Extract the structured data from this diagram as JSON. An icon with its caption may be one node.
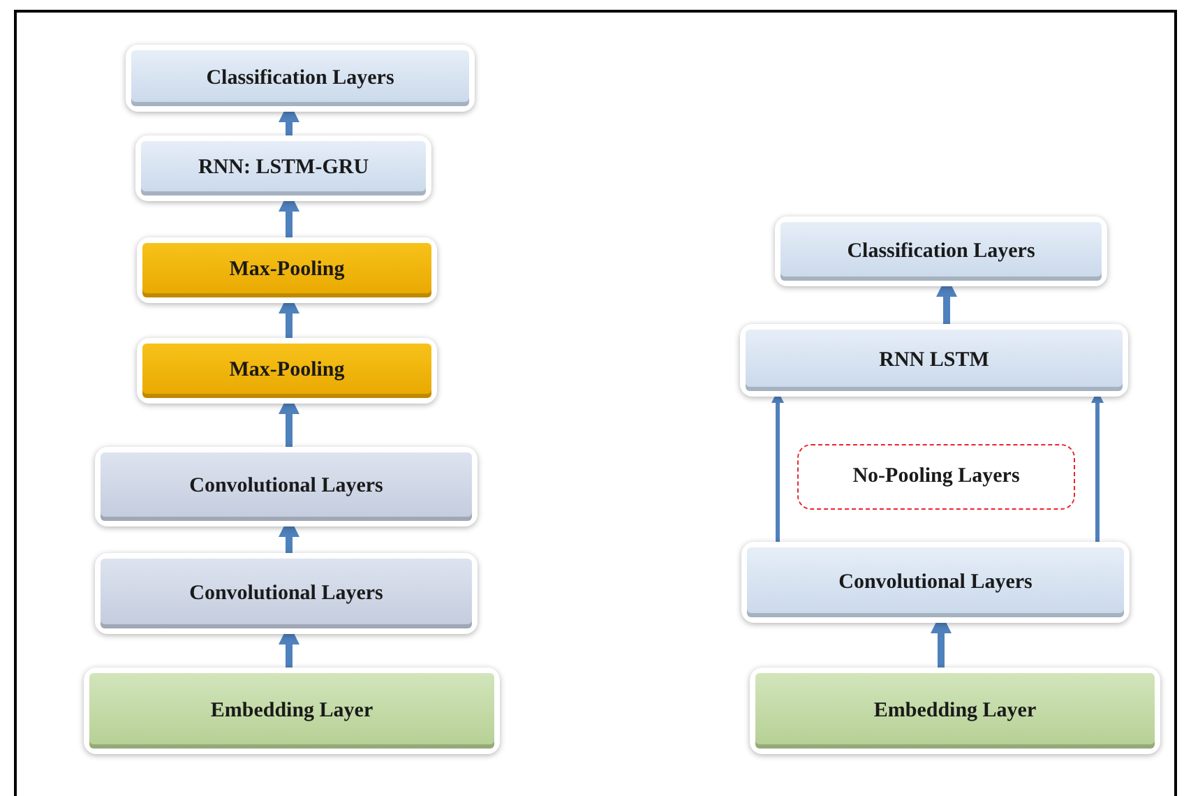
{
  "diagram": {
    "nodes": [
      {
        "text": [
          "Classification Layers"
        ]
      },
      {
        "text": [
          "RNN: LSTM-GRU"
        ]
      },
      {
        "text": [
          "Max-Pooling"
        ]
      },
      {
        "text": [
          "Max-Pooling"
        ]
      },
      {
        "text": [
          "Convolutional Layers"
        ]
      },
      {
        "text": [
          "Convolutional Layers"
        ]
      },
      {
        "text": [
          "Embedding Layer"
        ]
      },
      {
        "text": [
          "Classification Layers"
        ]
      },
      {
        "text": [
          "RNN LSTM"
        ]
      },
      {
        "text": [
          "No-Pooling Layers"
        ]
      },
      {
        "text": [
          "Convolutional Layers"
        ]
      },
      {
        "text": [
          "Embedding Layer"
        ]
      }
    ],
    "edges": [
      {
        "from": 6,
        "to": 5,
        "arrow": "to"
      },
      {
        "from": 5,
        "to": 4,
        "arrow": "to"
      },
      {
        "from": 4,
        "to": 3,
        "arrow": "to"
      },
      {
        "from": 3,
        "to": 2,
        "arrow": "to"
      },
      {
        "from": 2,
        "to": 1,
        "arrow": "to"
      },
      {
        "from": 1,
        "to": 0,
        "arrow": "to"
      },
      {
        "from": 11,
        "to": 10,
        "arrow": "to"
      },
      {
        "from": 10,
        "to": 8,
        "arrow": "to"
      },
      {
        "from": 10,
        "to": 8,
        "arrow": "to"
      },
      {
        "from": 8,
        "to": 7,
        "arrow": "to"
      }
    ]
  }
}
